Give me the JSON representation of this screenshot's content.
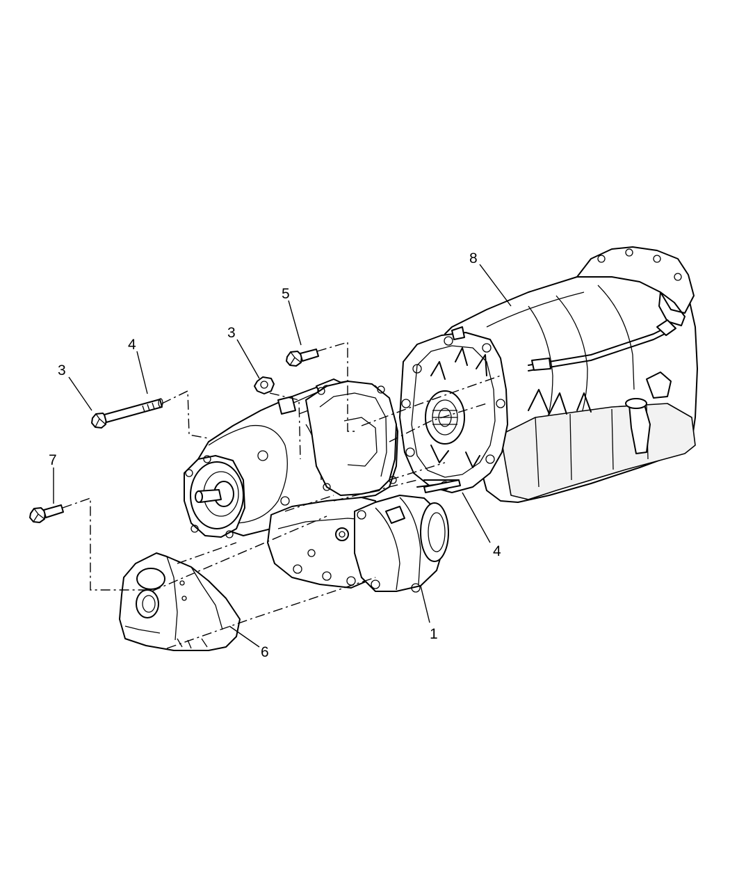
{
  "diagram": {
    "callouts": [
      {
        "id": "c8",
        "label": "8"
      },
      {
        "id": "c5",
        "label": "5"
      },
      {
        "id": "c4a",
        "label": "4"
      },
      {
        "id": "c3a",
        "label": "3"
      },
      {
        "id": "c3b",
        "label": "3"
      },
      {
        "id": "c7",
        "label": "7"
      },
      {
        "id": "c4b",
        "label": "4"
      },
      {
        "id": "c1",
        "label": "1"
      },
      {
        "id": "c6",
        "label": "6"
      }
    ]
  }
}
